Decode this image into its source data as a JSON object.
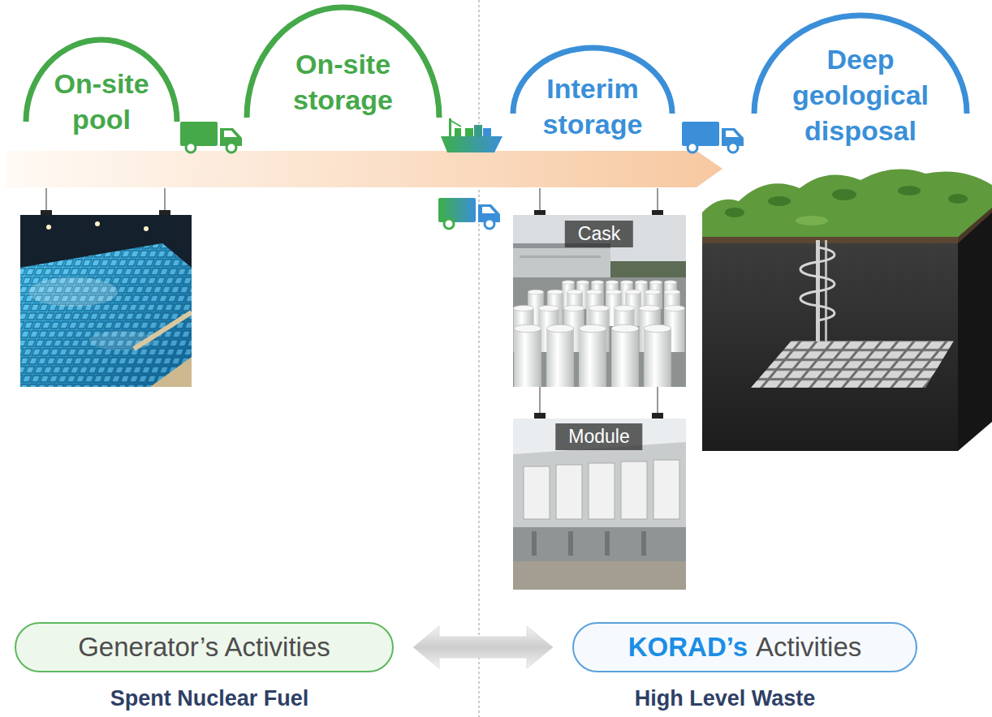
{
  "diagram": {
    "nodes": [
      {
        "text": [
          "On-site pool"
        ]
      },
      {
        "text": [
          "On-site storage"
        ]
      },
      {
        "text": [
          "Interim storage"
        ]
      },
      {
        "text": [
          "Deep geological disposal"
        ]
      },
      {
        "text": [
          "Generator’s Activities"
        ]
      },
      {
        "text": [
          "KORAD’s",
          "Activities"
        ]
      }
    ],
    "edges": [
      {
        "from": 4,
        "to": 5,
        "arrow": "both"
      }
    ],
    "labels": [
      "Cask",
      "Module",
      "Spent Nuclear Fuel",
      "High Level Waste"
    ]
  }
}
